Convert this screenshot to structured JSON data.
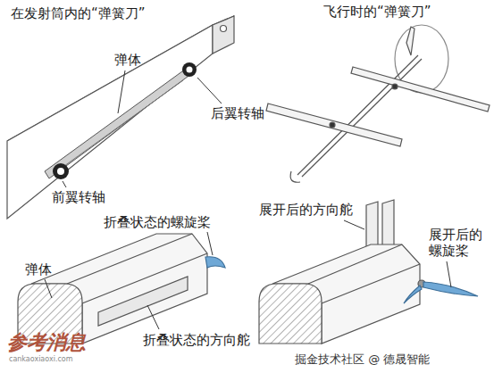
{
  "diagram": {
    "labels": [
      "在发射筒内的“弹簧刀”",
      "飞行时的“弹簧刀”",
      "弹体",
      "后翼转轴",
      "前翼转轴",
      "展开后的方向舵",
      "折叠状态的螺旋桨",
      "弹体",
      "展开后的螺旋桨",
      "折叠状态的方向舵",
      "参考消息",
      "cankaoxiaoxi.com",
      "掘金技术社区 @ 德晟智能"
    ]
  }
}
